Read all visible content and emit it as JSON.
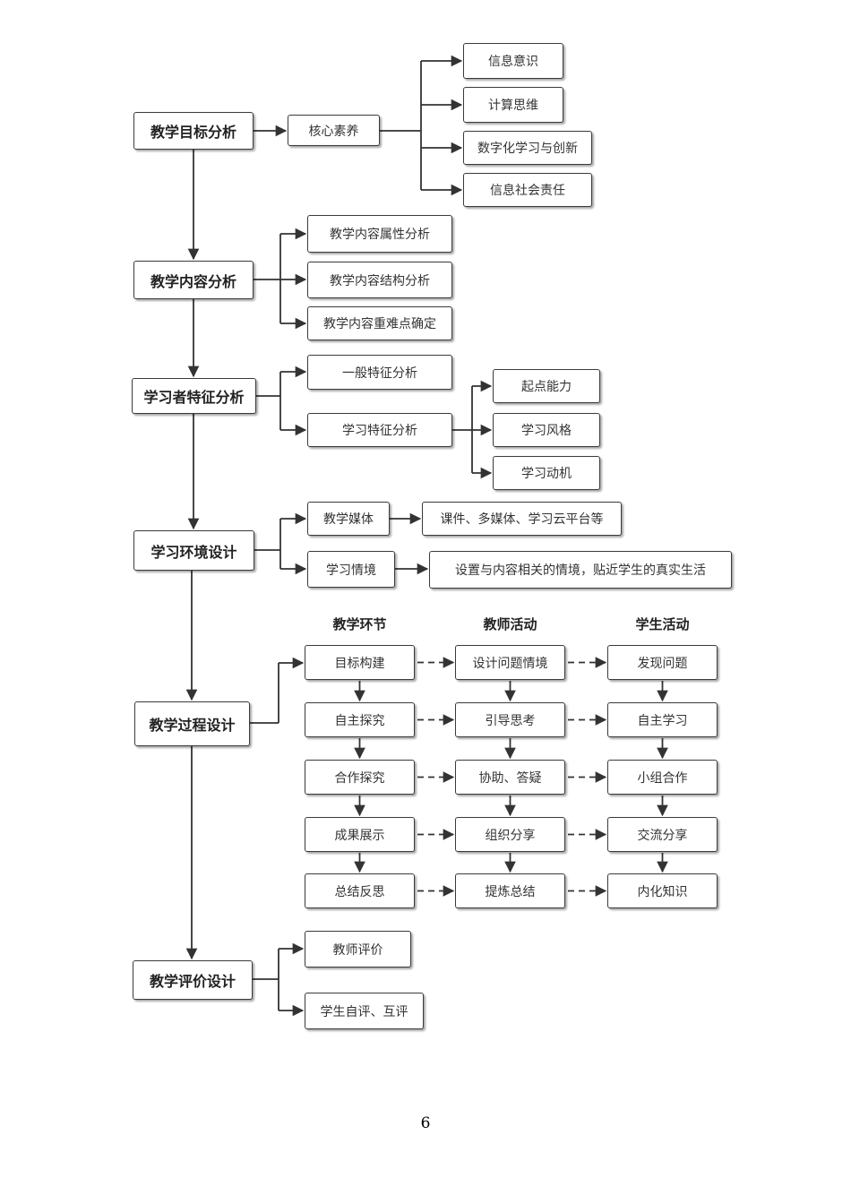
{
  "main": {
    "goal": "教学目标分析",
    "content": "教学内容分析",
    "learner": "学习者特征分析",
    "env": "学习环境设计",
    "process": "教学过程设计",
    "eval": "教学评价设计"
  },
  "goal": {
    "core": "核心素养",
    "items": [
      "信息意识",
      "计算思维",
      "数字化学习与创新",
      "信息社会责任"
    ]
  },
  "content": {
    "items": [
      "教学内容属性分析",
      "教学内容结构分析",
      "教学内容重难点确定"
    ]
  },
  "learner": {
    "general": "一般特征分析",
    "learning": "学习特征分析",
    "sub": [
      "起点能力",
      "学习风格",
      "学习动机"
    ]
  },
  "env": {
    "media": "教学媒体",
    "media_detail": "课件、多媒体、学习云平台等",
    "situation": "学习情境",
    "situation_detail": "设置与内容相关的情境，贴近学生的真实生活"
  },
  "process": {
    "headers": [
      "教学环节",
      "教师活动",
      "学生活动"
    ],
    "rows": [
      [
        "目标构建",
        "设计问题情境",
        "发现问题"
      ],
      [
        "自主探究",
        "引导思考",
        "自主学习"
      ],
      [
        "合作探究",
        "协助、答疑",
        "小组合作"
      ],
      [
        "成果展示",
        "组织分享",
        "交流分享"
      ],
      [
        "总结反思",
        "提炼总结",
        "内化知识"
      ]
    ]
  },
  "eval": {
    "items": [
      "教师评价",
      "学生自评、互评"
    ]
  },
  "page_number": "6"
}
